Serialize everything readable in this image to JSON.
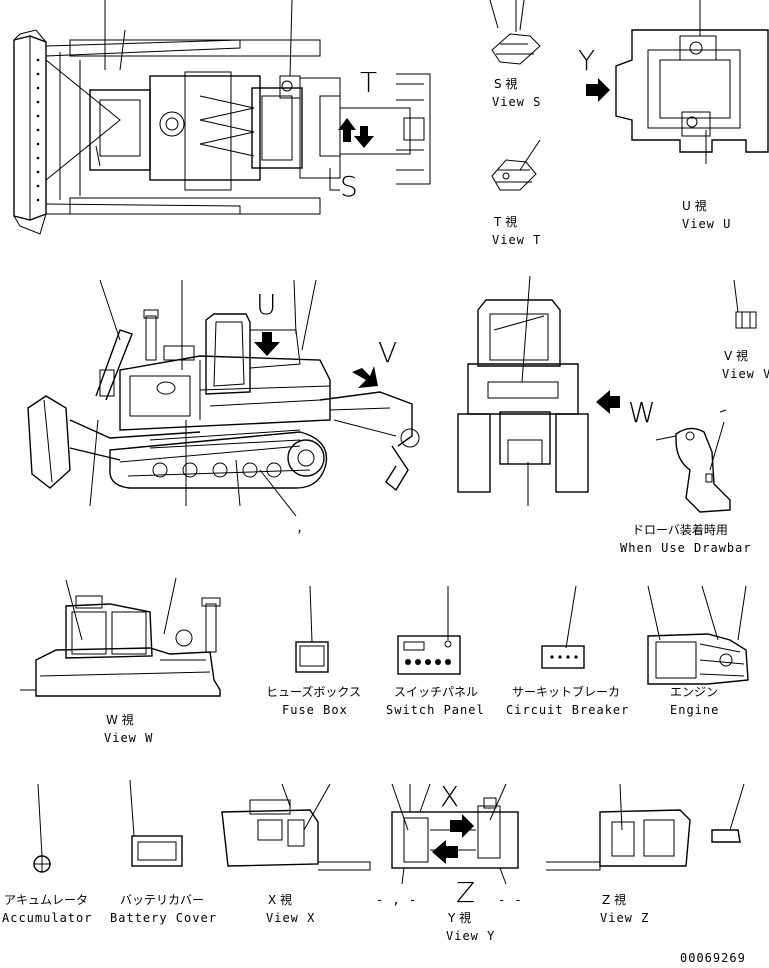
{
  "views": {
    "s": {
      "jp": "S 視",
      "en": "View S"
    },
    "t": {
      "jp": "T 視",
      "en": "View T"
    },
    "u": {
      "jp": "U 視",
      "en": "View U"
    },
    "v": {
      "jp": "V 視",
      "en": "View V"
    },
    "w": {
      "jp": "W 視",
      "en": "View W"
    },
    "x": {
      "jp": "X 視",
      "en": "View X"
    },
    "y": {
      "jp": "Y 視",
      "en": "View Y"
    },
    "z": {
      "jp": "Z 視",
      "en": "View Z"
    }
  },
  "letters": {
    "s": "S",
    "t": "T",
    "u": "U",
    "v": "V",
    "w": "W",
    "x": "X",
    "y": "Y",
    "z": "Z"
  },
  "parts": {
    "drawbar": {
      "jp": "ドローバ装着時用",
      "en": "When Use Drawbar"
    },
    "fuse_box": {
      "jp": "ヒューズボックス",
      "en": "Fuse Box"
    },
    "switch_panel": {
      "jp": "スイッチパネル",
      "en": "Switch Panel"
    },
    "circuit_breaker": {
      "jp": "サーキットブレーカ",
      "en": "Circuit Breaker"
    },
    "engine": {
      "jp": "エンジン",
      "en": "Engine"
    },
    "accumulator": {
      "jp": "アキュムレータ",
      "en": "Accumulator"
    },
    "battery_cover": {
      "jp": "バッテリカバー",
      "en": "Battery Cover"
    }
  },
  "marks": {
    "comma": ",",
    "dash_comma": "- , -",
    "dash_dash": "- -"
  },
  "drawing_number": "00069269"
}
